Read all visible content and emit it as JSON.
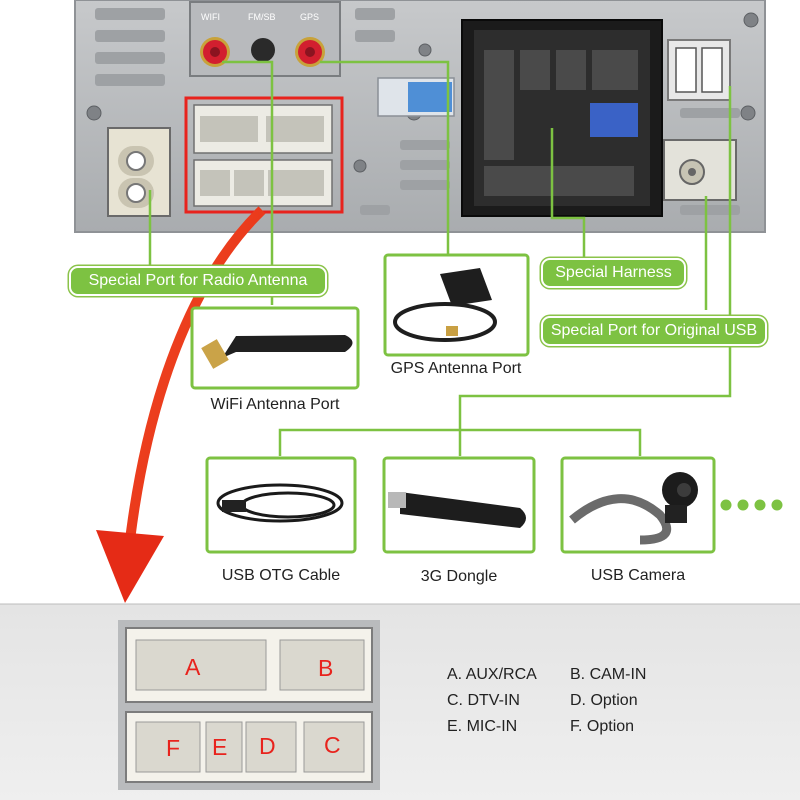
{
  "callouts": {
    "radio_antenna": "Special Port for Radio Antenna",
    "special_harness": "Special Harness",
    "original_usb": "Special Port for Original USB"
  },
  "captions": {
    "wifi": "WiFi Antenna Port",
    "gps": "GPS Antenna Port",
    "otg": "USB OTG Cable",
    "dongle": "3G Dongle",
    "camera": "USB Camera"
  },
  "antenna_labels": {
    "left": "WIFI",
    "middle": "FM/SB",
    "right": "GPS"
  },
  "connector": {
    "letters": [
      "A",
      "B",
      "F",
      "E",
      "D",
      "C"
    ],
    "ports": [
      {
        "key": "A.",
        "label": "AUX/RCA"
      },
      {
        "key": "B.",
        "label": "CAM-IN"
      },
      {
        "key": "C.",
        "label": "DTV-IN"
      },
      {
        "key": "D.",
        "label": "Option"
      },
      {
        "key": "E.",
        "label": "MIC-IN"
      },
      {
        "key": "F.",
        "label": "Option"
      }
    ]
  },
  "colors": {
    "callout_green": "#7dc242",
    "arrow_red": "#f0401e",
    "highlight_red": "#e8231d",
    "connector_letter": "#e8231d"
  }
}
